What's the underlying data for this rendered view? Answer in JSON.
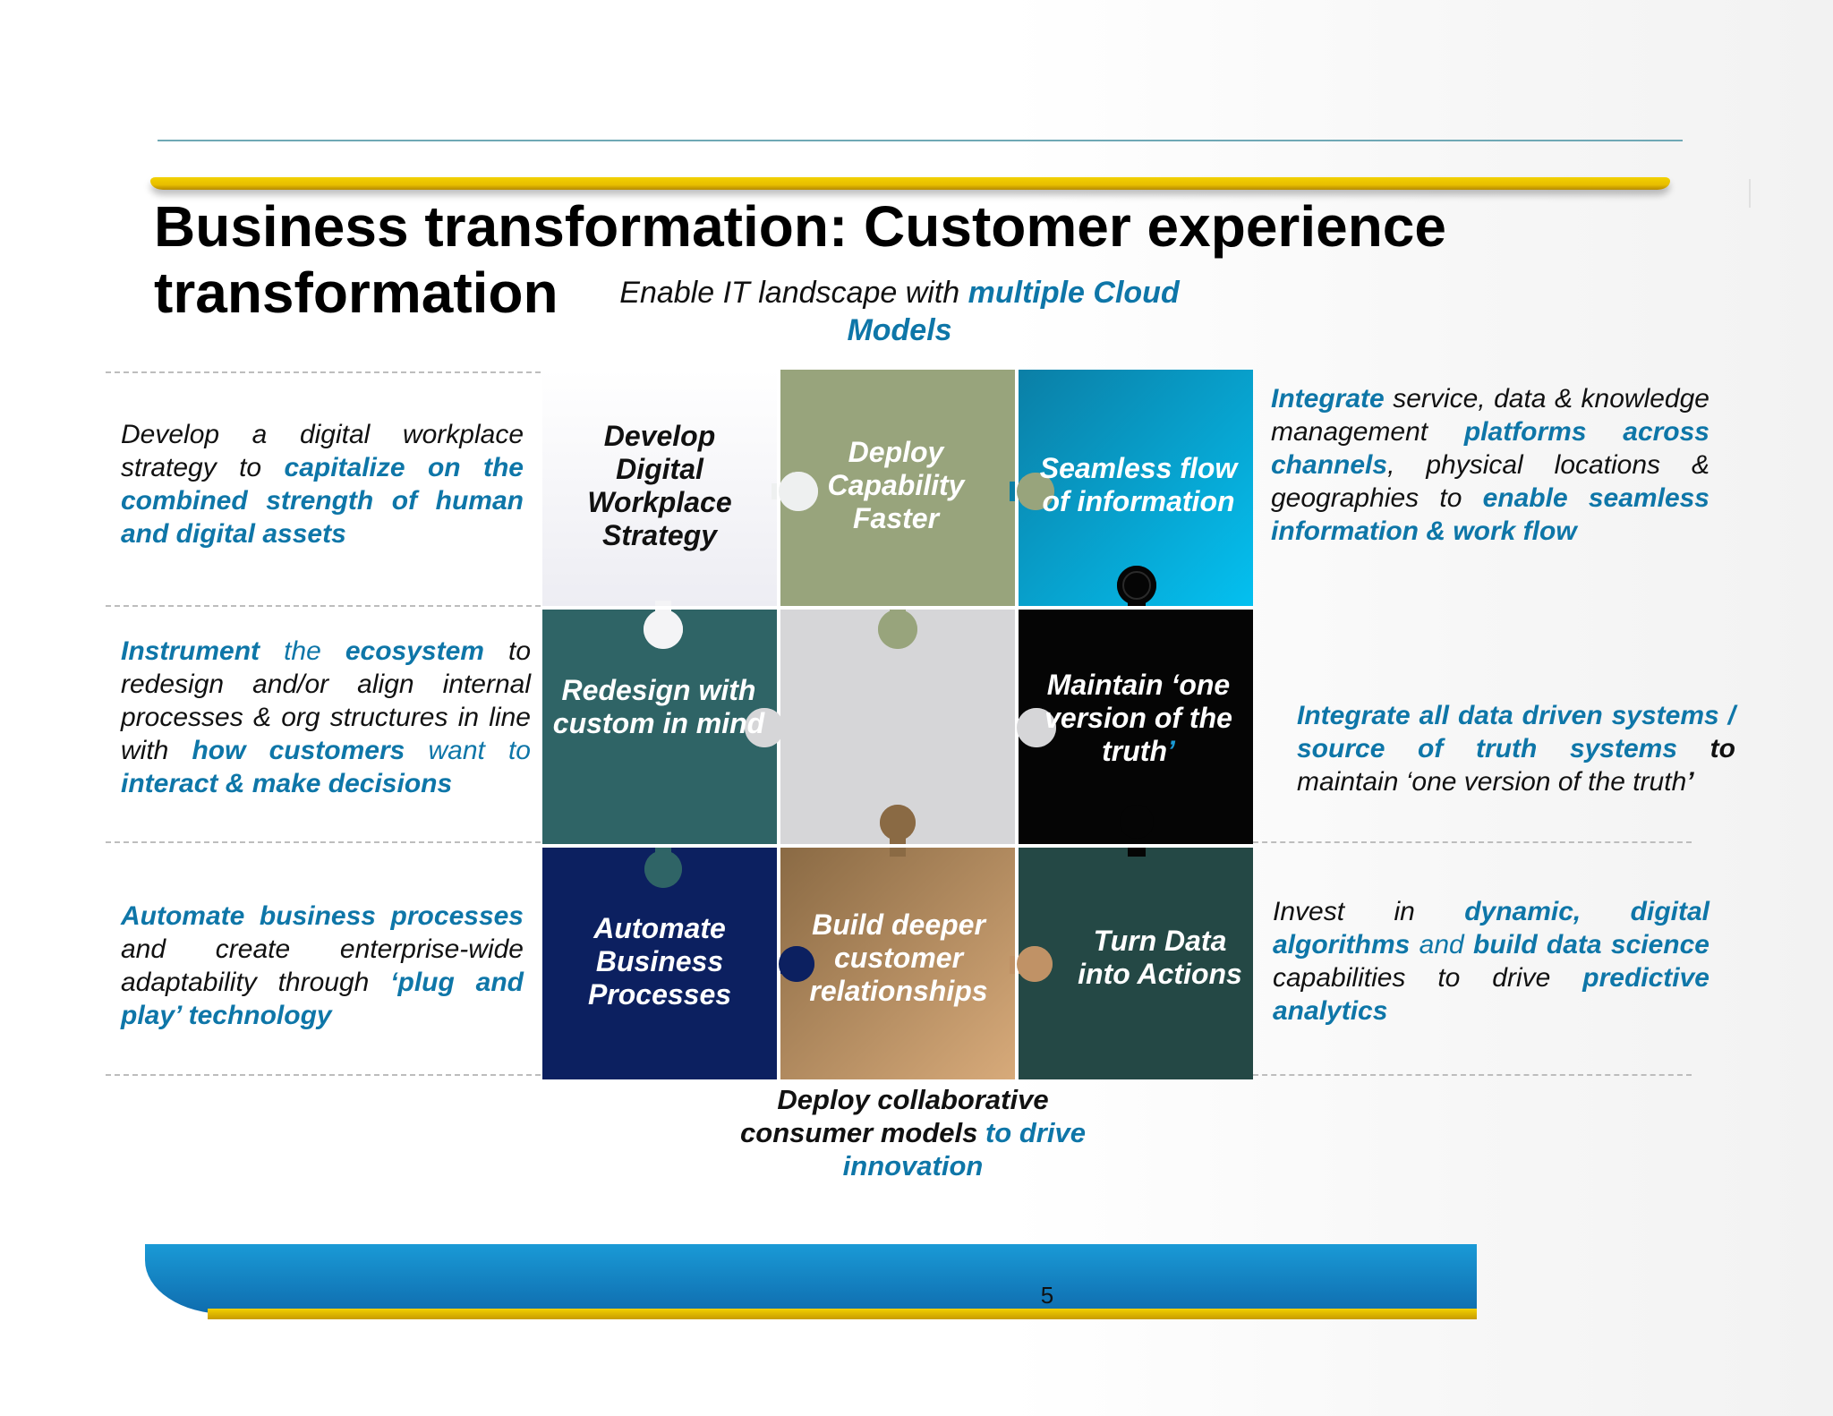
{
  "slide": {
    "title": "Business transformation: Customer experience transformation",
    "page_number": "5"
  },
  "top": {
    "prefix": "Enable IT landscape with ",
    "highlight": "multiple Cloud Models"
  },
  "left": {
    "block1": {
      "plain": "Develop a digital workplace strategy to ",
      "highlight": "capitalize on the combined strength of human and digital assets"
    },
    "block2": {
      "h1": "Instrument",
      "t1": " the ",
      "h2": "ecosystem",
      "t2": " to redesign and/or align internal processes & org structures in line with ",
      "h3": "how customers",
      "t3": " want to ",
      "h4": "interact & make decisions"
    },
    "block3": {
      "h1": "Automate business processes",
      "t1": " and create enterprise-wide adaptability through ",
      "h2": "‘plug and play’ technology"
    }
  },
  "right": {
    "block1": {
      "h1": "Integrate",
      "t1": " service, data & knowledge management ",
      "h2": "platforms across channels",
      "t2": ", physical locations & geographies to ",
      "h3": "enable seamless information & work flow"
    },
    "block2": {
      "h1": "Integrate all data driven systems / source of truth systems",
      "t1b": " to",
      "t1": " maintain ‘one version of the truth",
      "t2": "’"
    },
    "block3": {
      "t1": "Invest in ",
      "h1": "dynamic, digital algorithms",
      "t2": " and ",
      "h2": "build data science",
      "t3": " capabilities to drive ",
      "h3": "predictive analytics"
    }
  },
  "bottom": {
    "plain": "Deploy collaborative consumer models",
    "highlight": " to drive innovation"
  },
  "pieces": {
    "p1": "Develop Digital Workplace Strategy",
    "p2": "Deploy Capability Faster",
    "p3": "Seamless flow of information",
    "p4": "Redesign with custom in mind",
    "p6a": "Maintain ‘one version of the truth",
    "p6b": "’",
    "p7": "Automate Business Processes",
    "p8": "Build deeper customer relationships",
    "p9": "Turn Data into Actions"
  },
  "colors": {
    "highlight": "#0e76a8",
    "piece_develop": "#f5f4f8",
    "piece_deploy": "#98a47c",
    "piece_seamless": "#0aa6d6",
    "piece_redesign": "#2f6466",
    "piece_center": "#d6d6d8",
    "piece_maintain": "#050505",
    "piece_automate": "#0c2060",
    "piece_build": "#b38a5e",
    "piece_turn": "#244845"
  }
}
